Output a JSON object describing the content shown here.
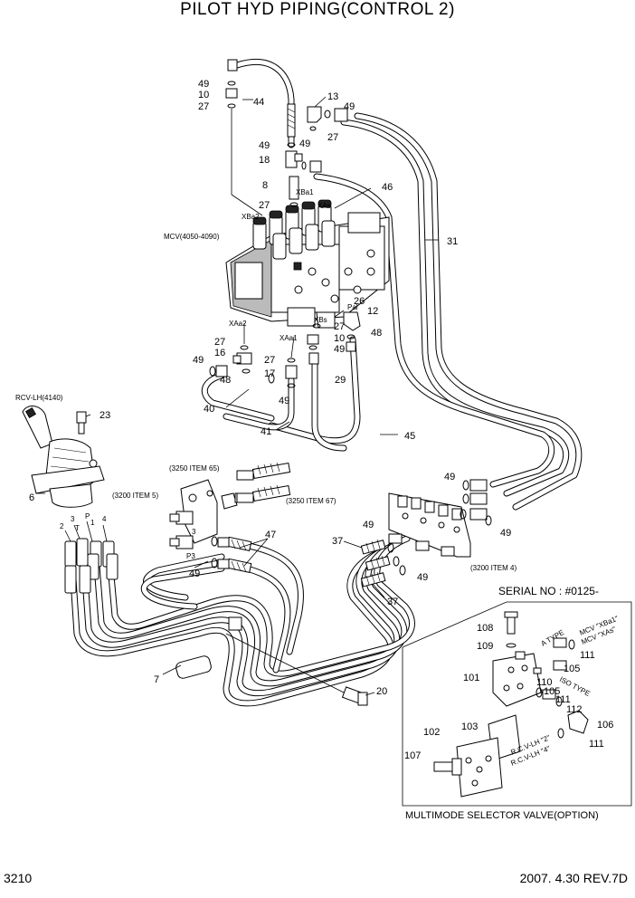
{
  "header": {
    "title": "PILOT HYD PIPING(CONTROL 2)"
  },
  "footer": {
    "page_number": "3210",
    "date_rev": "2007. 4.30  REV.7D"
  },
  "labels": {
    "mcv": "MCV(4050-4090)",
    "rcv": "RCV-LH(4140)",
    "item_3250_65": "(3250 ITEM 65)",
    "item_3250_67": "(3250 ITEM 67)",
    "item_3200_5": "(3200 ITEM 5)",
    "item_3200_4": "(3200 ITEM 4)",
    "serial": "SERIAL NO : #0125-",
    "multimode": "MULTIMODE SELECTOR VALVE(OPTION)",
    "a_type": "A TYPE",
    "iso_type": "ISO TYPE",
    "mcv_xba1": "MCV \"XBa1\"",
    "mcv_xas": "MCV \"XAs\"",
    "rcv_lh_2": "R.C.V-LH \"2\"",
    "rcv_lh_4": "R.C.V-LH \"4\"",
    "port_xba2": "XBa2",
    "port_xba1": "XBa1",
    "port_xas": "XAs",
    "port_xaa2": "XAa2",
    "port_xaa1": "XAa1",
    "port_xbs": "XBs",
    "port_pal": "Pal",
    "port_p3": "P3",
    "port_t": "T",
    "port_p": "P",
    "port_3": "3"
  },
  "callouts": {
    "c49a": "49",
    "c10a": "10",
    "c27a": "27",
    "c44": "44",
    "c13": "13",
    "c49b": "49",
    "c27b": "27",
    "c49c": "49",
    "c49d": "49",
    "c18": "18",
    "c8": "8",
    "c27c": "27",
    "c46": "46",
    "c31": "31",
    "c26": "26",
    "c12": "12",
    "c27d": "27",
    "c10b": "10",
    "c49e": "49",
    "c48a": "48",
    "c27e": "27",
    "c16": "16",
    "c49f": "49",
    "c48b": "48",
    "c27f": "27",
    "c17": "17",
    "c49g": "49",
    "c29": "29",
    "c40": "40",
    "c41": "41",
    "c45": "45",
    "c23": "23",
    "c6": "6",
    "c49h": "49",
    "c49i": "49",
    "c47": "47",
    "c49j": "49",
    "c37a": "37",
    "c49k": "49",
    "c49l": "49",
    "c37b": "37",
    "c2": "2",
    "c3": "3",
    "c1": "1",
    "c4": "4",
    "c7": "7",
    "c20": "20",
    "c108": "108",
    "c109": "109",
    "c111a": "111",
    "c105a": "105",
    "c101": "101",
    "c110": "110",
    "c105b": "105",
    "c111b": "111",
    "c112": "112",
    "c106": "106",
    "c102": "102",
    "c103": "103",
    "c111c": "111",
    "c107": "107"
  },
  "colors": {
    "ink": "#000000",
    "paper": "#ffffff",
    "shade": "#bbbbbb"
  }
}
